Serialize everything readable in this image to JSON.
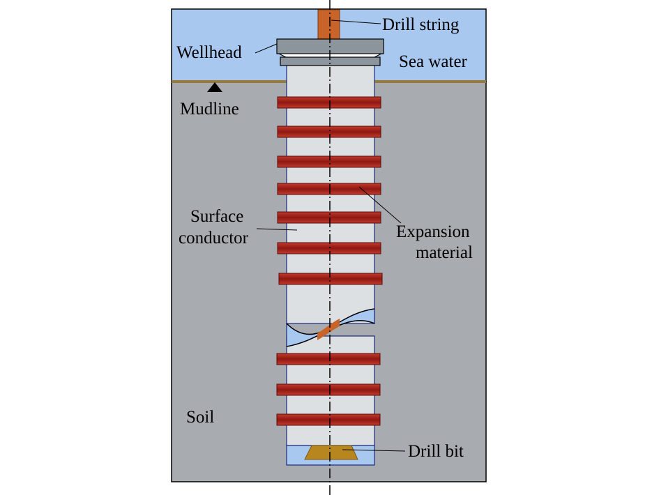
{
  "labels": {
    "drill_string": "Drill string",
    "wellhead": "Wellhead",
    "sea_water": "Sea water",
    "mudline": "Mudline",
    "surface_conductor_line1": "Surface",
    "surface_conductor_line2": "conductor",
    "expansion_material_line1": "Expansion",
    "expansion_material_line2": "material",
    "soil": "Soil",
    "drill_bit": "Drill bit"
  },
  "colors": {
    "sea_water": "#a9c8f0",
    "soil": "#a8acb0",
    "conductor": "#dde0e3",
    "expansion_band": "#9b1c14",
    "drill_string": "#c8642a",
    "wellhead": "#8c949c",
    "mudline": "#9a7a3a",
    "drill_bit": "#b8861e"
  }
}
